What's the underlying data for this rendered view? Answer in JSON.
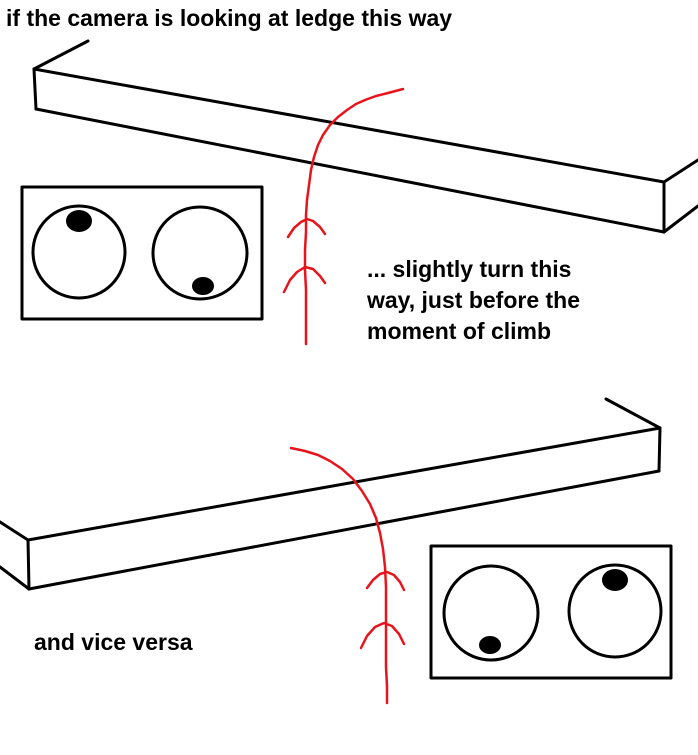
{
  "captions": {
    "top": "if the camera is looking at ledge this way",
    "middle_lines": [
      "... slightly turn this",
      "way, just before the",
      "moment of climb"
    ],
    "bottom": "and vice versa"
  },
  "colors": {
    "ink": "#000000",
    "arrow": "#e8141c",
    "background": "#ffffff"
  }
}
